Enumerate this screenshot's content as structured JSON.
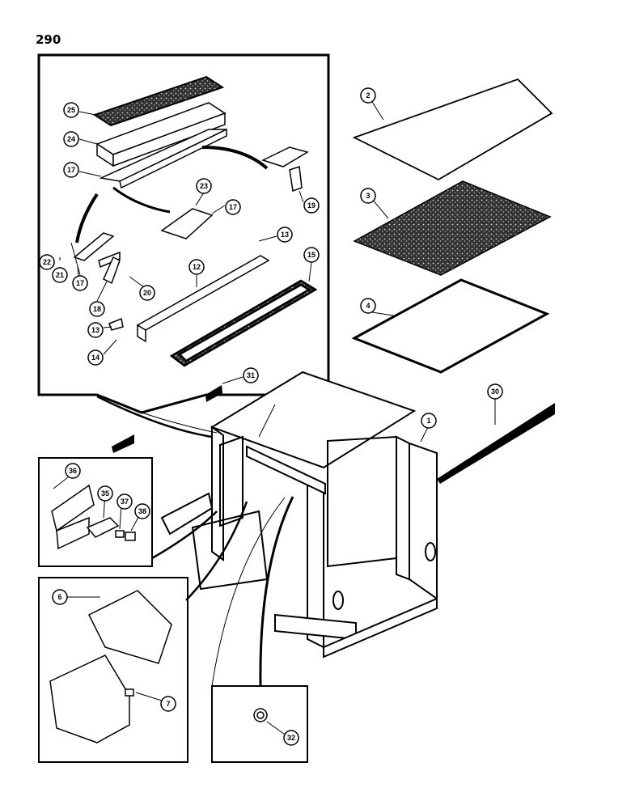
{
  "page": {
    "number": "290"
  },
  "callouts": [
    {
      "label": "1"
    },
    {
      "label": "2"
    },
    {
      "label": "3"
    },
    {
      "label": "4"
    },
    {
      "label": "6"
    },
    {
      "label": "7"
    },
    {
      "label": "12"
    },
    {
      "label": "13"
    },
    {
      "label": "13"
    },
    {
      "label": "14"
    },
    {
      "label": "15"
    },
    {
      "label": "17"
    },
    {
      "label": "17"
    },
    {
      "label": "17"
    },
    {
      "label": "18"
    },
    {
      "label": "19"
    },
    {
      "label": "20"
    },
    {
      "label": "21"
    },
    {
      "label": "22"
    },
    {
      "label": "23"
    },
    {
      "label": "24"
    },
    {
      "label": "25"
    },
    {
      "label": "30"
    },
    {
      "label": "31"
    },
    {
      "label": "32"
    },
    {
      "label": "35"
    },
    {
      "label": "36"
    },
    {
      "label": "37"
    },
    {
      "label": "38"
    }
  ],
  "colors": {
    "ink": "#000000",
    "paper": "#ffffff",
    "gray": "#555555"
  }
}
